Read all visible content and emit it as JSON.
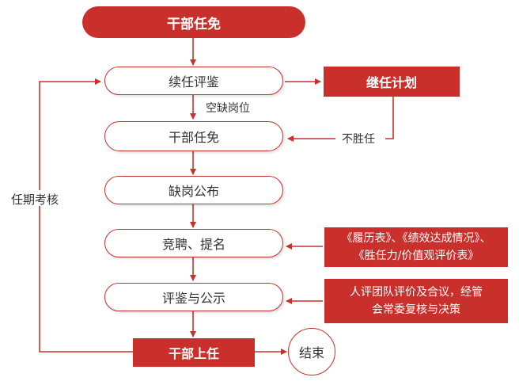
{
  "colors": {
    "accent": "#c9302c",
    "line": "#c9302c",
    "text": "#333333"
  },
  "nodes": {
    "top_title": "干部任免",
    "renewal_review": "续任评鉴",
    "succession_plan": "继任计划",
    "cadre_appointment": "干部任免",
    "vacancy_announcement": "缺岗公布",
    "competition_nomination": "竞聘、提名",
    "review_publicity": "评鉴与公示",
    "cadre_onboard": "干部上任",
    "end": "结束"
  },
  "documents": {
    "line1": "《履历表》、《绩效达成情况》、",
    "line2": "《胜任力/价值观评价表》"
  },
  "decision": {
    "line1": "人评团队评价及合议，经管",
    "line2": "会常委复核与决策"
  },
  "labels": {
    "vacancy": "空缺岗位",
    "unqualified": "不胜任",
    "term_assessment": "任期考核"
  }
}
